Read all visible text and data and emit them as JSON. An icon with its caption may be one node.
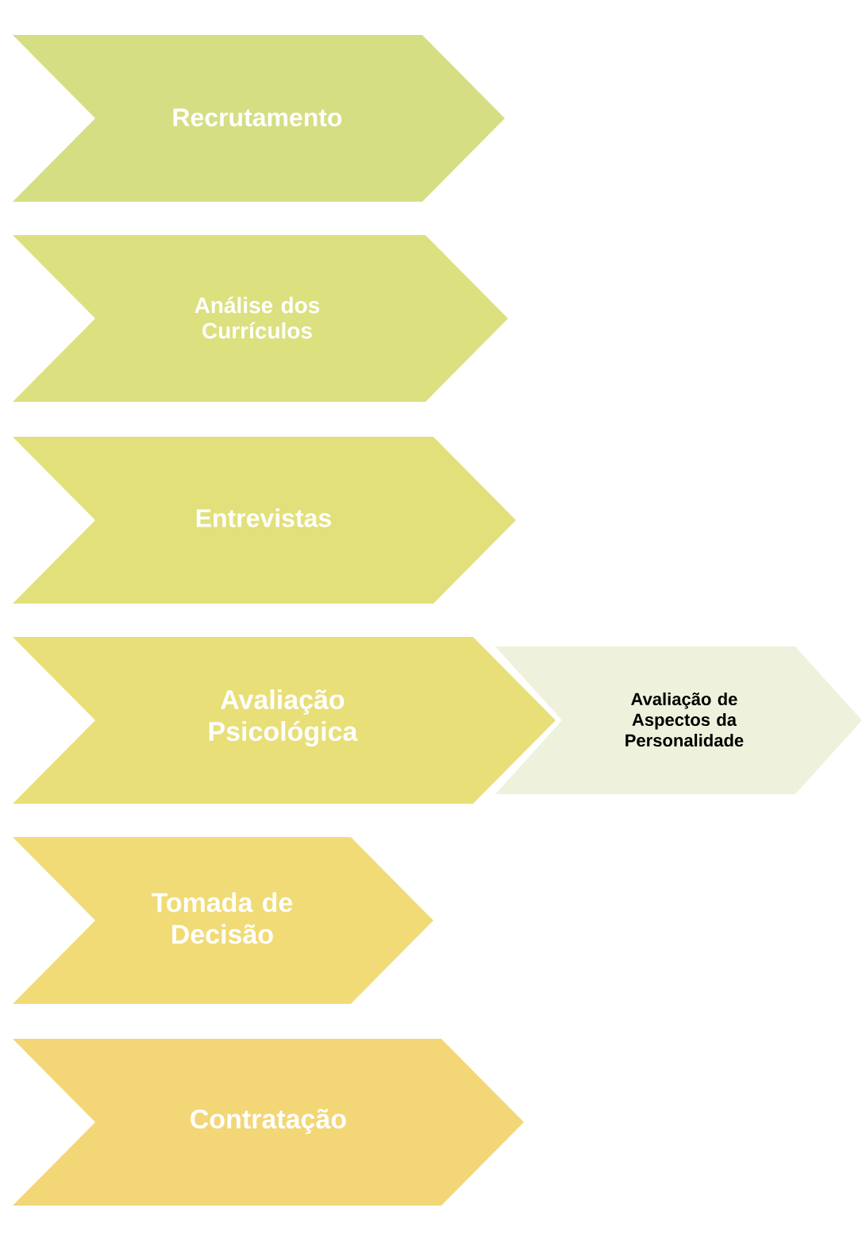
{
  "diagram": {
    "nodes": [
      {
        "text": [
          "Recrutamento"
        ]
      },
      {
        "text": [
          "Análise dos Currículos"
        ]
      },
      {
        "text": [
          "Entrevistas"
        ]
      },
      {
        "text": [
          "Avaliação Psicológica"
        ]
      },
      {
        "text": [
          "Avaliação de Aspectos da Personalidade"
        ]
      },
      {
        "text": [
          "Tomada de Decisão"
        ]
      },
      {
        "text": [
          "Contratação"
        ]
      }
    ]
  }
}
